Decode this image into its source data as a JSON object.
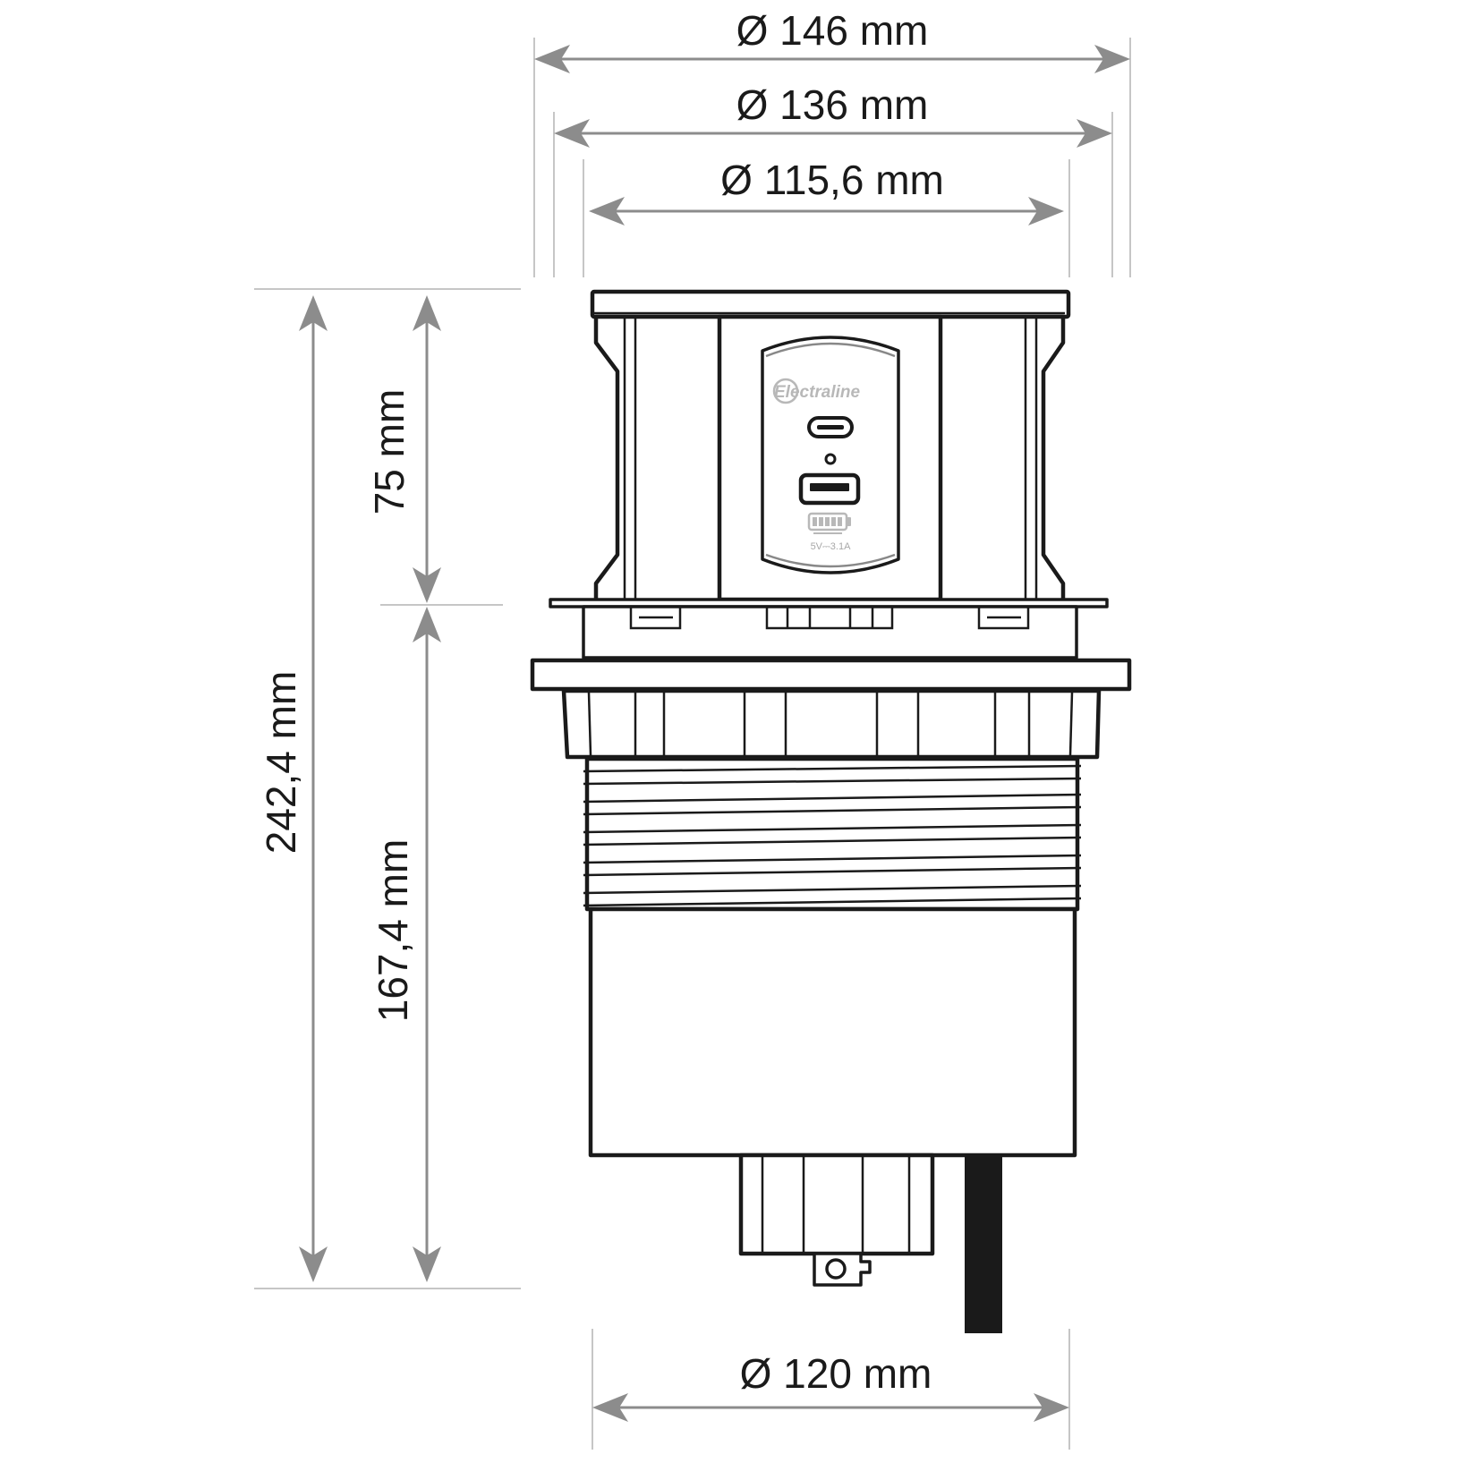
{
  "dimensions": {
    "top_outer_diameter": "Ø 146 mm",
    "top_middle_diameter": "Ø 136 mm",
    "top_inner_diameter": "Ø 115,6 mm",
    "bottom_diameter": "Ø 120 mm",
    "total_height": "242,4 mm",
    "upper_height": "75 mm",
    "lower_height": "167,4 mm"
  },
  "usb_panel": {
    "brand": "Electraline",
    "rating": "5V⎓3.1A"
  }
}
